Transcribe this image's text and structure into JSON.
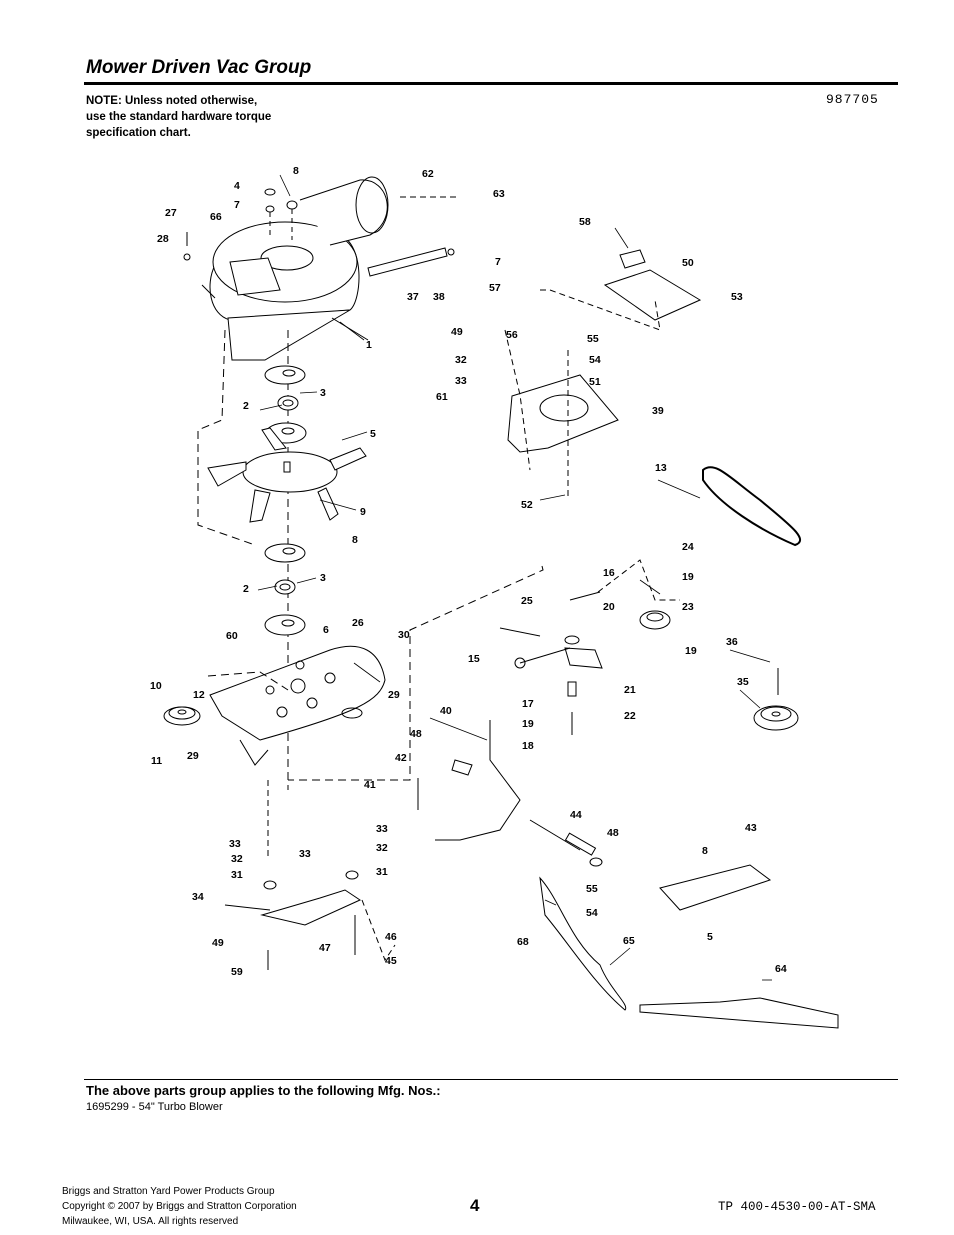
{
  "header": {
    "title": "Mower Driven Vac Group",
    "note": "NOTE: Unless noted otherwise,\nuse the standard hardware torque\nspecification chart.",
    "drawing_number": "987705"
  },
  "diagram": {
    "callouts": [
      "1",
      "2",
      "3",
      "4",
      "5",
      "6",
      "7",
      "8",
      "9",
      "10",
      "11",
      "12",
      "13",
      "15",
      "16",
      "17",
      "18",
      "19",
      "20",
      "21",
      "22",
      "23",
      "24",
      "25",
      "26",
      "27",
      "28",
      "29",
      "30",
      "31",
      "32",
      "33",
      "34",
      "35",
      "36",
      "37",
      "38",
      "39",
      "40",
      "41",
      "42",
      "43",
      "44",
      "45",
      "46",
      "47",
      "48",
      "49",
      "50",
      "51",
      "52",
      "53",
      "54",
      "55",
      "56",
      "57",
      "58",
      "59",
      "60",
      "61",
      "62",
      "63",
      "64",
      "65",
      "66",
      "68",
      "2",
      "3",
      "5",
      "7",
      "8",
      "8",
      "19",
      "19",
      "29",
      "31",
      "32",
      "32",
      "33",
      "33",
      "33",
      "48",
      "49",
      "54",
      "55"
    ]
  },
  "applies": {
    "heading": "The above parts group applies to the following Mfg. Nos.:",
    "item": "1695299 - 54\" Turbo Blower"
  },
  "footer": {
    "company": "Briggs and Stratton Yard Power Products Group\nCopyright ©  2007 by Briggs and Stratton Corporation\nMilwaukee, WI, USA. All rights reserved",
    "page": "4",
    "doc_id": "TP 400-4530-00-AT-SMA"
  }
}
